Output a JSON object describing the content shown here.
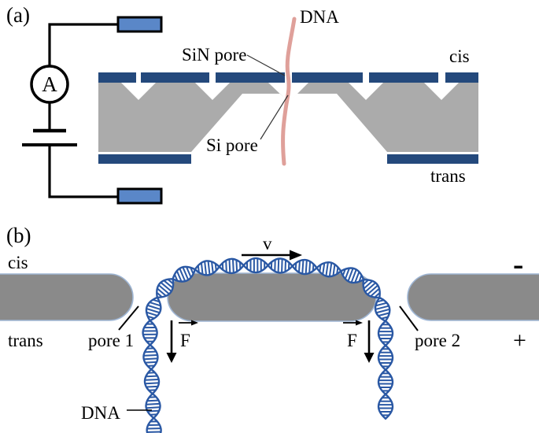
{
  "figure": {
    "panel_a": {
      "label": "(a)",
      "ammeter_label": "A",
      "dna_label": "DNA",
      "sin_pore_label": "SiN pore",
      "si_pore_label": "Si pore",
      "cis_label": "cis",
      "trans_label": "trans"
    },
    "panel_b": {
      "label": "(b)",
      "cis_label": "cis",
      "trans_label": "trans",
      "pore1_label": "pore 1",
      "pore2_label": "pore 2",
      "velocity_label": "v",
      "force1_label": "F",
      "force2_label": "F",
      "dna_label": "DNA",
      "minus_label": "-",
      "plus_label": "+"
    },
    "colors": {
      "sin_membrane_blue": "#24497c",
      "substrate_gray": "#ababab",
      "membrane_gray": "#8a8a8a",
      "membrane_outline": "#9fb6d4",
      "electrode_blue": "#5a87c8",
      "dna_strand_pink": "#dfa09a",
      "dna_ladder_blue": "#2a58a4",
      "line_black": "#000000"
    }
  }
}
